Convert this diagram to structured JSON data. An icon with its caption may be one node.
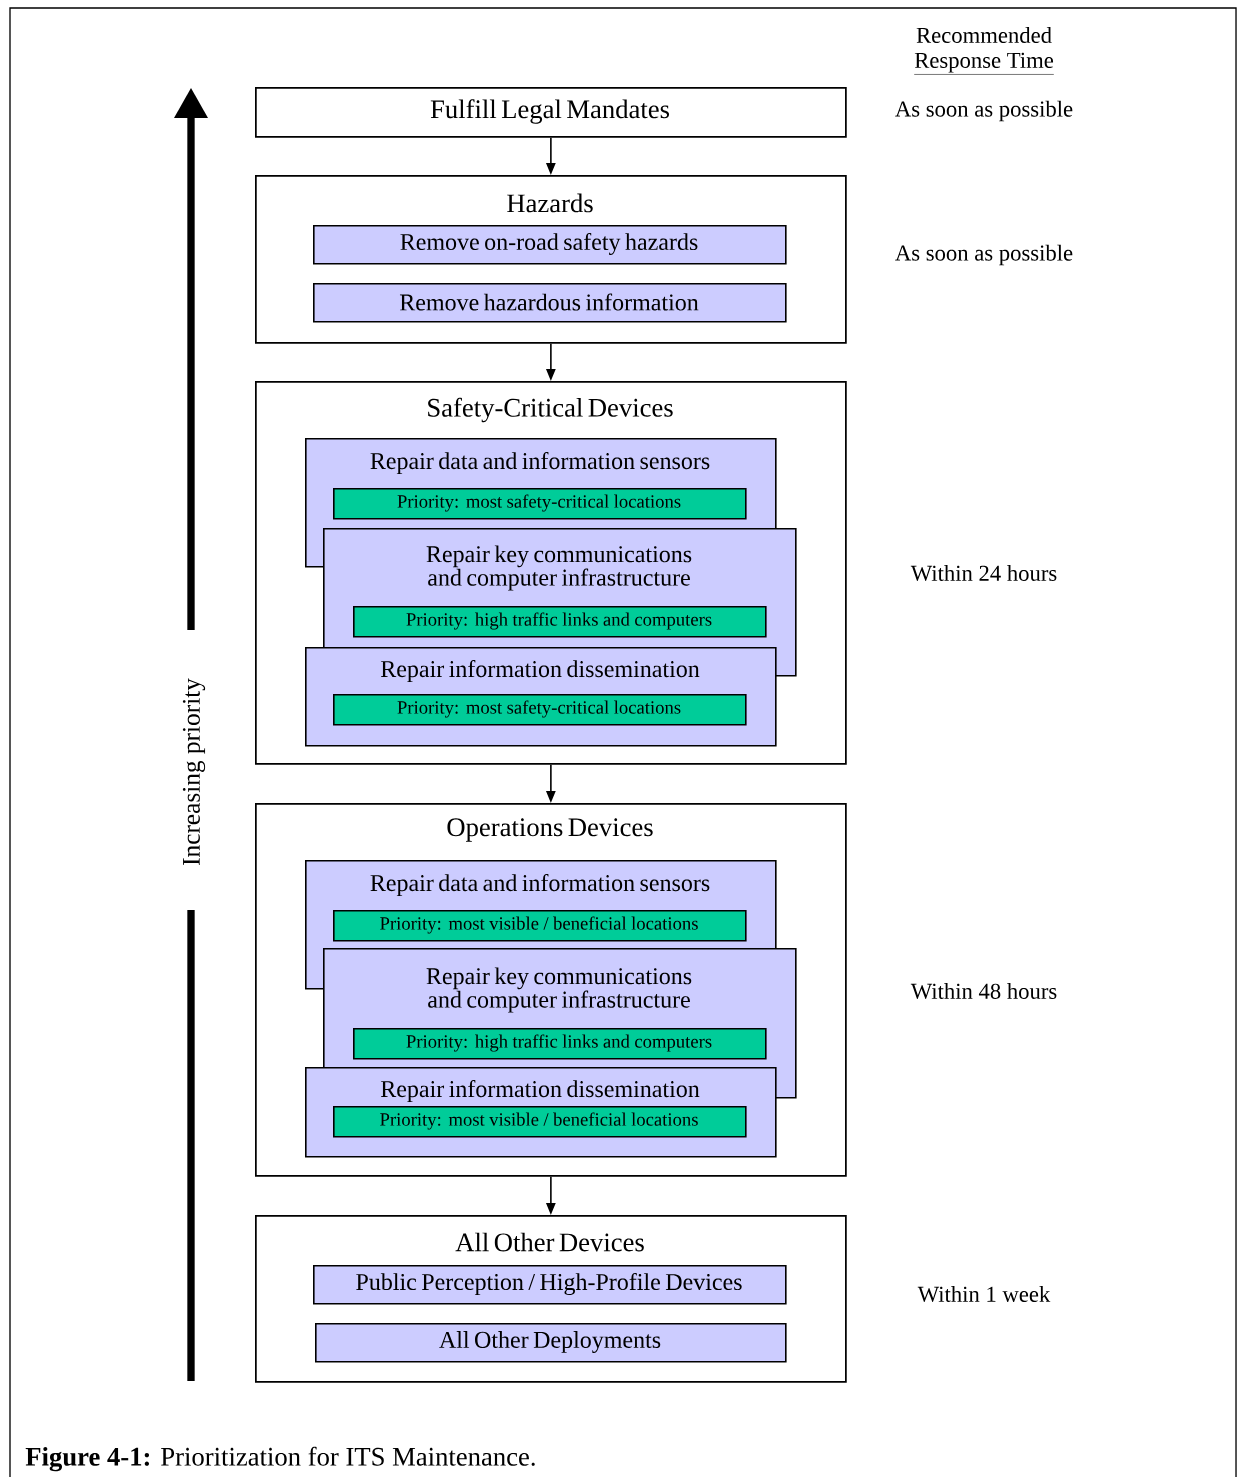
{
  "diagram": {
    "caption": "**Figure 4-1:** Prioritization for ITS Maintenance.",
    "nodes": [
      {
        "text": [
          "Fulfill Legal Mandates"
        ],
        "beside": [
          "As soon as possible"
        ]
      },
      {
        "text": [
          "Hazards"
        ],
        "beside": [
          "As soon as possible"
        ]
      },
      {
        "text": [
          "Remove on-road safety hazards"
        ],
        "in": 1
      },
      {
        "text": [
          "Remove hazardous information"
        ],
        "in": 1
      },
      {
        "text": [
          "Safety-Critical Devices"
        ],
        "beside": [
          "Within 24 hours"
        ]
      },
      {
        "text": [
          "Repair data and information sensors"
        ],
        "in": 4
      },
      {
        "text": [
          "Priority: most safety-critical locations"
        ],
        "in": 5
      },
      {
        "text": [
          "Repair key communications and computer infrastructure"
        ],
        "in": 4
      },
      {
        "text": [
          "Priority: high traffic links and computers"
        ],
        "in": 7
      },
      {
        "text": [
          "Repair information dissemination"
        ],
        "in": 4
      },
      {
        "text": [
          "Priority: most safety-critical locations"
        ],
        "in": 9
      },
      {
        "text": [
          "Operations Devices"
        ],
        "beside": [
          "Within 48 hours"
        ]
      },
      {
        "text": [
          "Repair data and information sensors"
        ],
        "in": 11
      },
      {
        "text": [
          "Priority: most visible / beneficial locations"
        ],
        "in": 12
      },
      {
        "text": [
          "Repair key communications and computer infrastructure"
        ],
        "in": 11
      },
      {
        "text": [
          "Priority: high traffic links and computers"
        ],
        "in": 14
      },
      {
        "text": [
          "Repair information dissemination"
        ],
        "in": 11
      },
      {
        "text": [
          "Priority: most visible / beneficial locations"
        ],
        "in": 16
      },
      {
        "text": [
          "All Other Devices"
        ],
        "beside": [
          "Within 1 week"
        ]
      },
      {
        "text": [
          "Public Perception / High-Profile Devices"
        ],
        "in": 18
      },
      {
        "text": [
          "All Other Deployments"
        ],
        "in": 18
      }
    ],
    "edges": [
      {
        "from": 0,
        "to": 1,
        "arrow": "to"
      },
      {
        "from": 1,
        "to": 4,
        "arrow": "to"
      },
      {
        "from": 4,
        "to": 11,
        "arrow": "to"
      },
      {
        "from": 11,
        "to": 18,
        "arrow": "to"
      }
    ],
    "labels": [
      "Recommended",
      "Response Time",
      "Increasing priority"
    ]
  }
}
